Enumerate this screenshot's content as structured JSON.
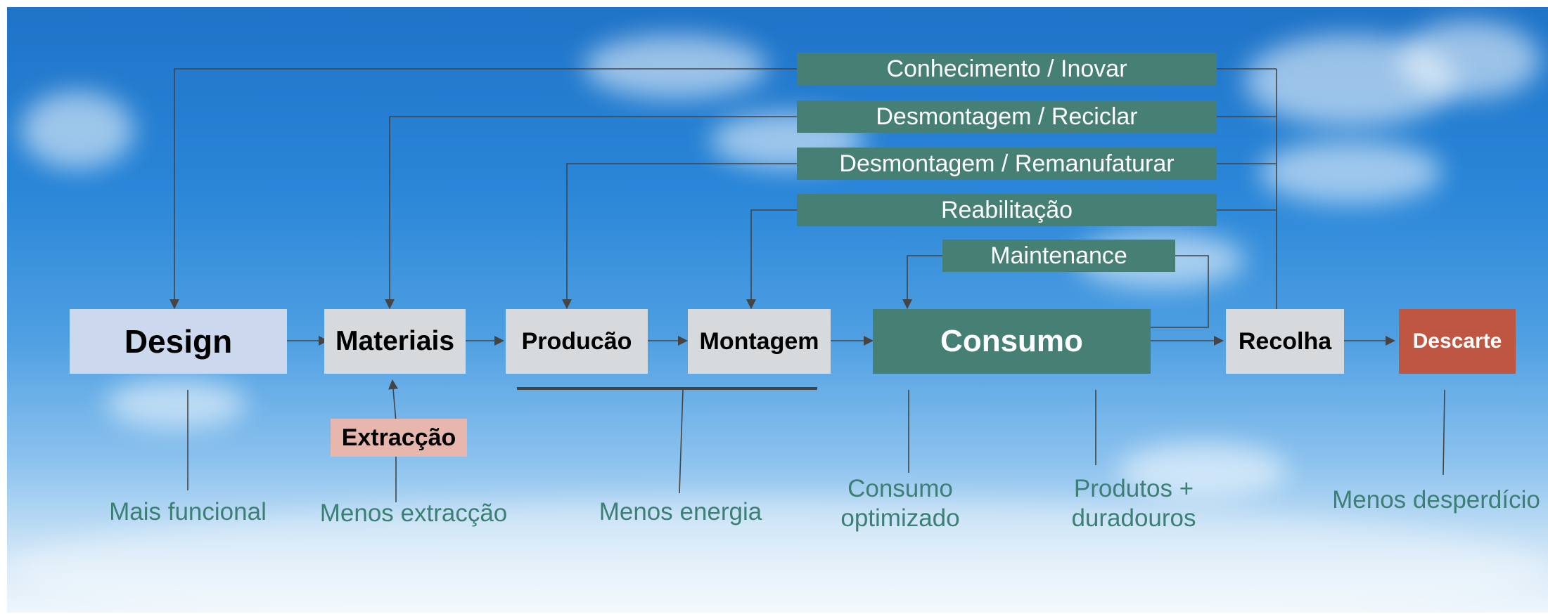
{
  "feedback_loops": [
    {
      "id": "conhecimento",
      "label": "Conhecimento / Inovar"
    },
    {
      "id": "reciclar",
      "label": "Desmontagem / Reciclar"
    },
    {
      "id": "remanufaturar",
      "label": "Desmontagem / Remanufaturar"
    },
    {
      "id": "reabilitacao",
      "label": "Reabilitação"
    },
    {
      "id": "maintenance",
      "label": "Maintenance"
    }
  ],
  "stages": {
    "design": "Design",
    "materiais": "Materiais",
    "producao": "Producão",
    "montagem": "Montagem",
    "consumo": "Consumo",
    "recolha": "Recolha",
    "descarte": "Descarte",
    "extraccao": "Extracção"
  },
  "benefits": {
    "design": "Mais funcional",
    "extraccao": "Menos extracção",
    "energia": "Menos energia",
    "consumo_line1": "Consumo",
    "consumo_line2": "optimizado",
    "produtos_line1": "Produtos +",
    "produtos_line2": "duradouros",
    "desperdicio": "Menos desperdício"
  },
  "colors": {
    "loop_bar": "#467f73",
    "design_box": "#ccd8ee",
    "stage_box": "#d6dadc",
    "consumo_box": "#467f73",
    "descarte_box": "#bf5641",
    "extraccao_box": "#e7b6ad",
    "caption_text": "#3c7f74",
    "connector": "#444444"
  }
}
